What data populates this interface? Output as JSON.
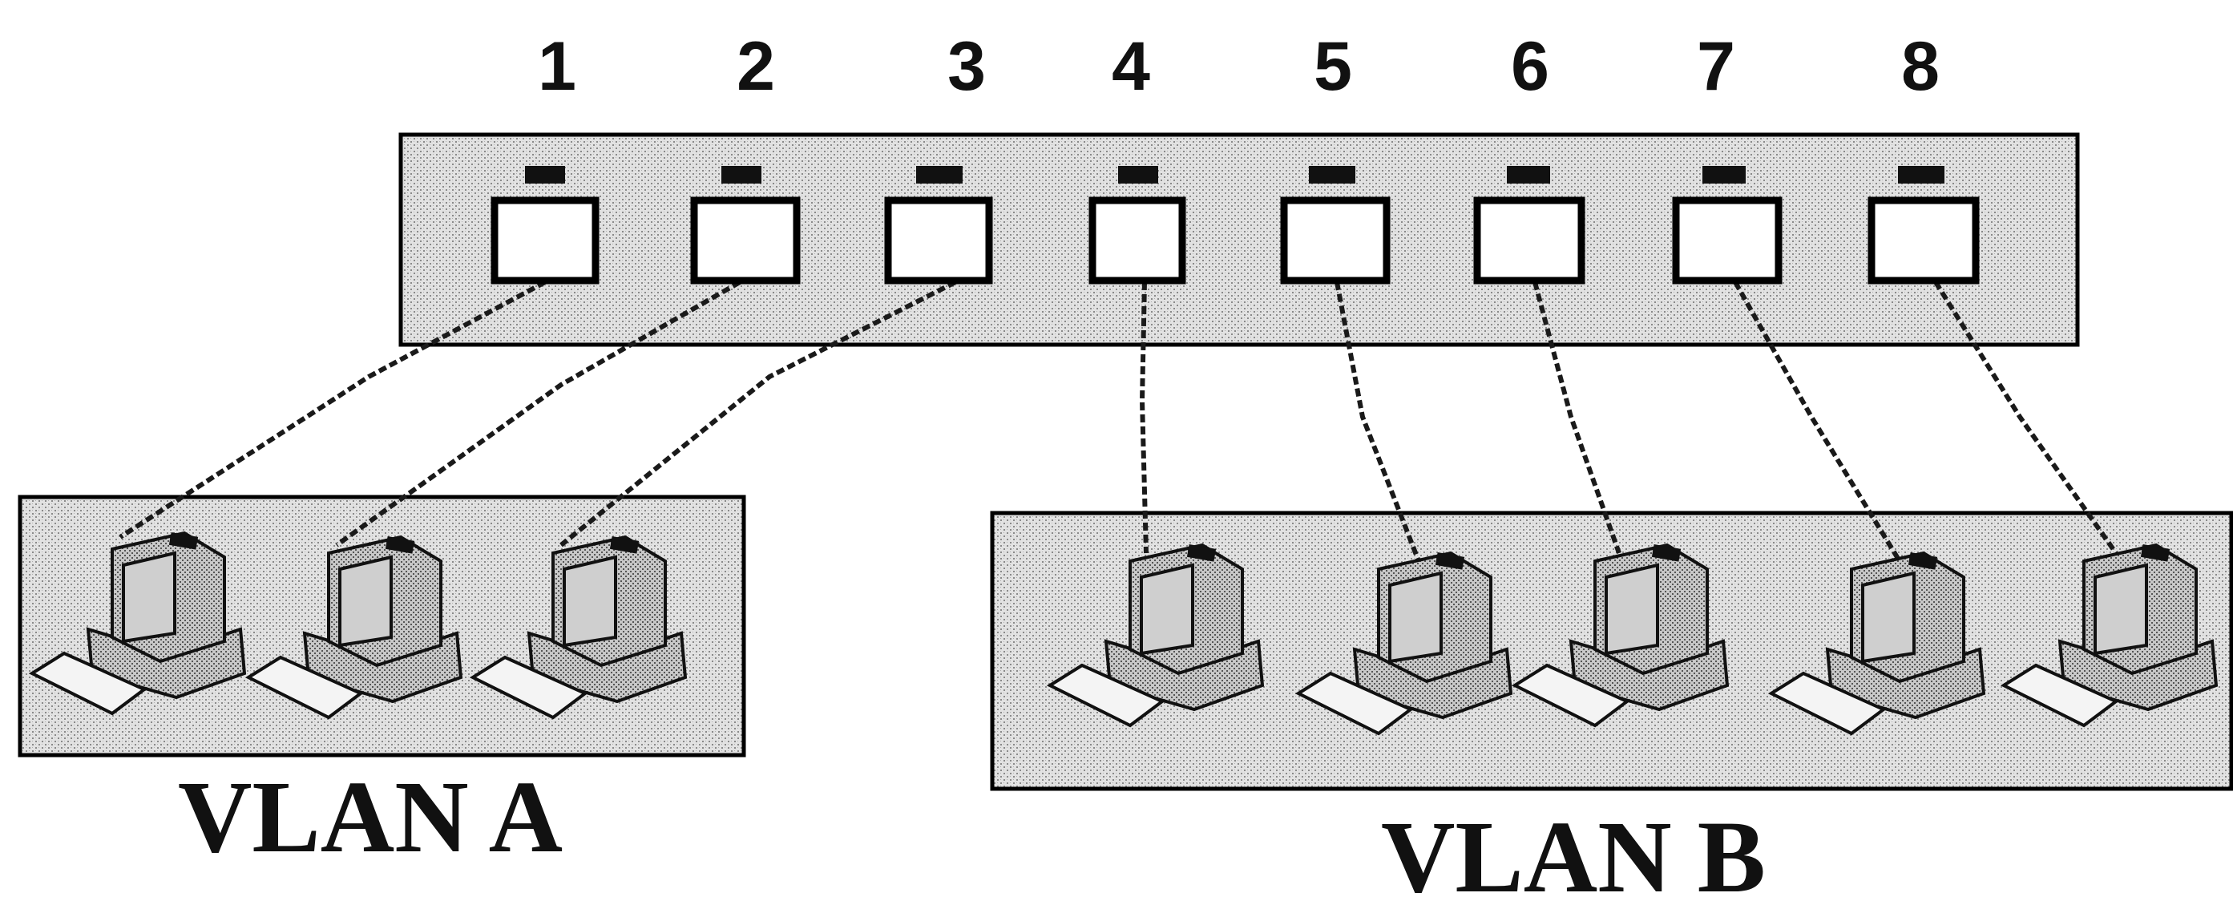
{
  "ports": [
    {
      "number": "1",
      "vlan": "A"
    },
    {
      "number": "2",
      "vlan": "A"
    },
    {
      "number": "3",
      "vlan": "A"
    },
    {
      "number": "4",
      "vlan": "B"
    },
    {
      "number": "5",
      "vlan": "B"
    },
    {
      "number": "6",
      "vlan": "B"
    },
    {
      "number": "7",
      "vlan": "B"
    },
    {
      "number": "8",
      "vlan": "B"
    }
  ],
  "vlans": {
    "a": {
      "label": "VLAN A",
      "computers": 3
    },
    "b": {
      "label": "VLAN B",
      "computers": 5
    }
  },
  "icons": {
    "switch": "network-switch-icon",
    "port": "ethernet-port-icon",
    "computer": "desktop-computer-icon"
  }
}
